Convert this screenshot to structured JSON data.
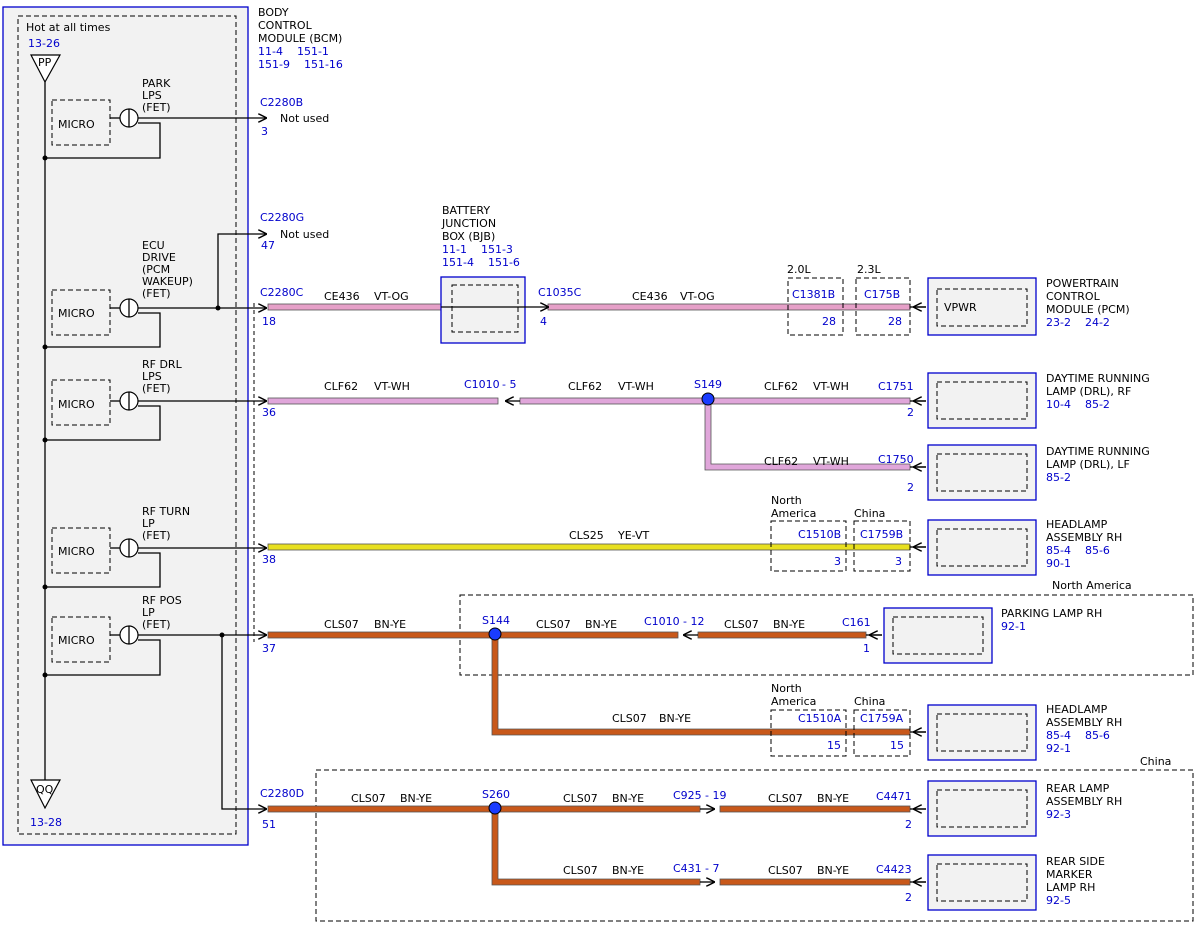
{
  "colors": {
    "vt_og_fill": "#e6a0c8",
    "vt_wh_fill": "#e0a6da",
    "ye_vt_fill": "#e8e020",
    "bn_ye_fill": "#c8581a",
    "component_border": "#0000cc",
    "label_blue": "#0000cc",
    "splice": "#1a3cff"
  },
  "bcm": {
    "title": [
      "BODY",
      "CONTROL",
      "MODULE (BCM)"
    ],
    "refs": [
      "11-4    151-1",
      "151-9    151-16"
    ],
    "hot": "Hot at all times",
    "pp_ref": "13-26",
    "pp_label": "PP",
    "qq_label": "QQ",
    "qq_ref": "13-28",
    "micro": "MICRO",
    "drivers": [
      {
        "label": [
          "PARK",
          "LPS",
          "(FET)"
        ]
      },
      {
        "label": [
          "ECU",
          "DRIVE",
          "(PCM",
          "WAKEUP)",
          "(FET)"
        ]
      },
      {
        "label": [
          "RF DRL",
          "LPS",
          "(FET)"
        ]
      },
      {
        "label": [
          "RF TURN",
          "LP",
          "(FET)"
        ]
      },
      {
        "label": [
          "RF POS",
          "LP",
          "(FET)"
        ]
      }
    ]
  },
  "connectors": {
    "c2280b": "C2280B",
    "c2280b_pin": "3",
    "not_used_1": "Not used",
    "c2280g": "C2280G",
    "c2280g_pin": "47",
    "not_used_2": "Not used",
    "c2280c": "C2280C",
    "c2280c_pin_18": "18",
    "c2280c_pin_36": "36",
    "c2280c_pin_38": "38",
    "c2280c_pin_37": "37",
    "c2280d": "C2280D",
    "c2280d_pin": "51",
    "c1035c": "C1035C",
    "c1035c_pin": "4",
    "c1381b": "C1381B",
    "c1381b_pin": "28",
    "c1381b_note": "2.0L",
    "c175b": "C175B",
    "c175b_pin": "28",
    "c175b_note": "2.3L",
    "c1010_5": "C1010",
    "c1010_5_pin": "- 5",
    "c1751": "C1751",
    "c1751_pin": "2",
    "c1750": "C1750",
    "c1750_pin": "2",
    "c1510b": "C1510B",
    "c1510b_pin": "3",
    "c1759b": "C1759B",
    "c1759b_pin": "3",
    "north_america": [
      "North",
      "America"
    ],
    "china": "China",
    "c1010_12": "C1010",
    "c1010_12_pin": "- 12",
    "c161": "C161",
    "c161_pin": "1",
    "c1510a": "C1510A",
    "c1510a_pin": "15",
    "c1759a": "C1759A",
    "c1759a_pin": "15",
    "c925": "C925",
    "c925_pin": "- 19",
    "c4471": "C4471",
    "c4471_pin": "2",
    "c431": "C431",
    "c431_pin": "- 7",
    "c4423": "C4423",
    "c4423_pin": "2"
  },
  "splices": {
    "s149": "S149",
    "s144": "S144",
    "s260": "S260"
  },
  "wires": {
    "ce436": "CE436",
    "vt_og": "VT-OG",
    "clf62": "CLF62",
    "vt_wh": "VT-WH",
    "cls25": "CLS25",
    "ye_vt": "YE-VT",
    "cls07": "CLS07",
    "bn_ye": "BN-YE"
  },
  "regions": {
    "north_america": "North America",
    "china": "China"
  },
  "components": {
    "bjb": {
      "name": [
        "BATTERY",
        "JUNCTION",
        "BOX (BJB)"
      ],
      "refs": [
        "11-1    151-3",
        "151-4    151-6"
      ]
    },
    "pcm": {
      "name": [
        "POWERTRAIN",
        "CONTROL",
        "MODULE (PCM)"
      ],
      "refs": [
        "23-2    24-2"
      ],
      "inner": "VPWR"
    },
    "drl_rf": {
      "name": [
        "DAYTIME RUNNING",
        "LAMP (DRL), RF"
      ],
      "refs": [
        "10-4    85-2"
      ]
    },
    "drl_lf": {
      "name": [
        "DAYTIME RUNNING",
        "LAMP (DRL), LF"
      ],
      "refs": [
        "85-2"
      ]
    },
    "headlamp_rh_1": {
      "name": [
        "HEADLAMP",
        "ASSEMBLY RH"
      ],
      "refs": [
        "85-4    85-6",
        "90-1"
      ]
    },
    "parking_rh": {
      "name": [
        "PARKING LAMP RH"
      ],
      "refs": [
        "92-1"
      ]
    },
    "headlamp_rh_2": {
      "name": [
        "HEADLAMP",
        "ASSEMBLY RH"
      ],
      "refs": [
        "85-4    85-6",
        "92-1"
      ]
    },
    "rear_lamp_rh": {
      "name": [
        "REAR LAMP",
        "ASSEMBLY RH"
      ],
      "refs": [
        "92-3"
      ]
    },
    "rear_side_marker": {
      "name": [
        "REAR SIDE",
        "MARKER",
        "LAMP RH"
      ],
      "refs": [
        "92-5"
      ]
    }
  }
}
